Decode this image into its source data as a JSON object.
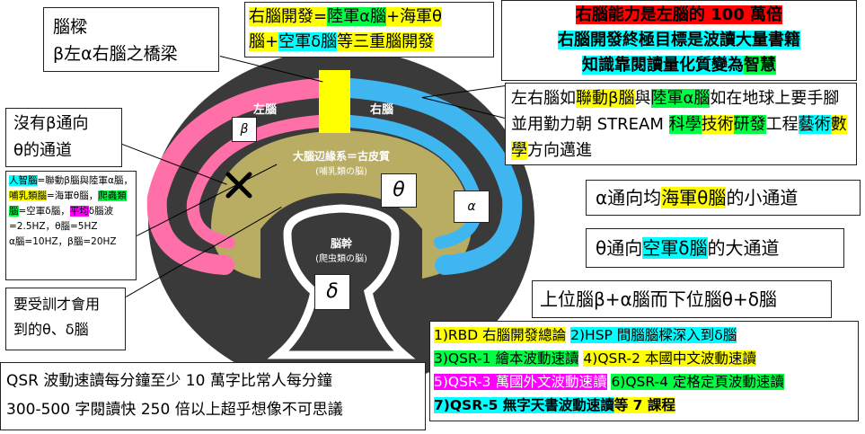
{
  "brain": {
    "left_label": "左腦",
    "right_label": "右腦",
    "limbic_title": "大腦辺緣系＝古皮質",
    "limbic_sub": "(哺乳類の脳)",
    "stem_title": "脳幹",
    "stem_sub": "(爬虫類の脳)",
    "beta_tag": "β",
    "theta_tag": "θ",
    "alpha_tag": "α",
    "delta_tag": "δ",
    "colors": {
      "left_band": "#ff6fa8",
      "right_band": "#3fb6f0",
      "bridge": "#ffff00",
      "head": "#3a3a3a",
      "limbic": "#b8ad63"
    }
  },
  "callosum_box": {
    "line1": "腦樑",
    "line2": "β左α右腦之橋梁"
  },
  "triple_box": {
    "p1": "右腦開發=",
    "p2": "陸軍α腦",
    "p3": "+",
    "p4": "海軍θ",
    "p5": "腦",
    "p6": "+",
    "p7": "空軍δ腦",
    "p8": "等三重腦開發"
  },
  "goal_box": {
    "line1": "右腦能力是左腦的 100 萬倍",
    "line2a": "右腦開發",
    "line2b": "終極目標是波讀大量書籍",
    "line3a": "知識靠閱讀量化質變為",
    "line3b": "智慧"
  },
  "stream_box": {
    "t1": "左右腦如",
    "t2": "聯動β腦",
    "t3": "與",
    "t4": "陸軍α腦",
    "t5": "如在地球上要手腳並用勤力朝 STREAM ",
    "t6": "科學",
    "t7": "技術",
    "t8": "研發",
    "t9": "工程",
    "t10": "藝術",
    "t11": "數學",
    "t12": "方向邁進"
  },
  "no_beta_box": {
    "line1": "沒有β通向",
    "line2": "θ的通道"
  },
  "legend_box": {
    "a1": "人智腦",
    "a2": "=聯動β腦與陸軍α腦，",
    "b1": "哺乳類腦",
    "b2": "=海軍θ腦，",
    "c1": "爬蟲類腦",
    "c2": "=空軍δ腦，",
    "d1": "平均",
    "d2": "δ腦波=2.5HZ，θ腦=5HZ",
    "e1": "α腦=10HZ，β腦=20HZ"
  },
  "need_train_box": {
    "line1": "要受訓才會用",
    "line2": "到的θ、δ腦"
  },
  "alpha_box": {
    "t1": "α通向均",
    "t2": "海軍θ腦",
    "t3": "的小通道"
  },
  "theta_box": {
    "t1": "θ通向",
    "t2": "空軍δ腦",
    "t3": "的大通道"
  },
  "upper_box": {
    "text": "上位腦β+α腦而下位腦θ+δ腦"
  },
  "qsr_box": {
    "line1": "QSR 波動速讀每分鐘至少 10 萬字比常人每分鐘",
    "line2": "300-500 字閱讀快 250 倍以上超乎想像不可思議"
  },
  "course_box": {
    "c1": "1)RBD 右腦開發總論",
    "c2": "2)HSP 間腦腦樑深入到δ腦",
    "c3": "3)QSR-1 繪本波動速讀",
    "c4": "4)QSR-2 本國中文波動速讀",
    "c5a": "5)QSR-3 ",
    "c5b": "萬國外文波動速讀",
    "c6": "6)QSR-4 定格定頁波動速讀",
    "c7": "7)QSR-5 無字天書波動速讀",
    "c8": "等 7 課程"
  }
}
